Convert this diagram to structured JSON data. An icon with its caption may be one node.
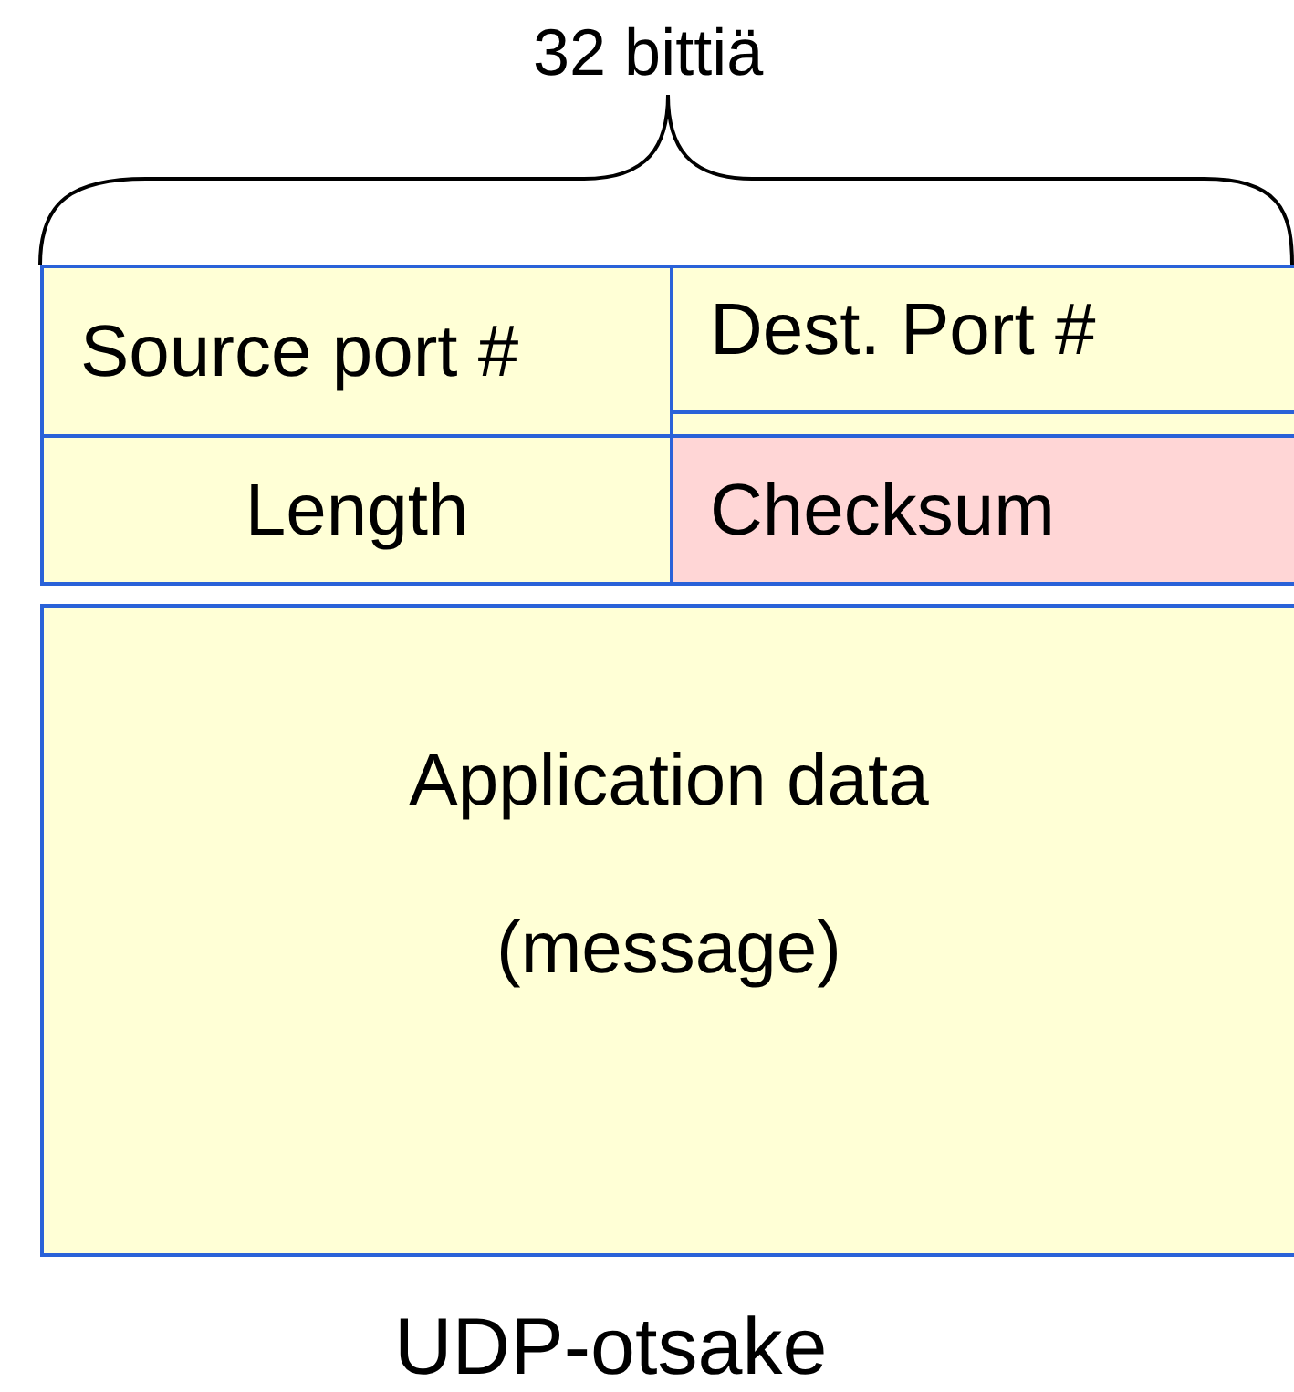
{
  "diagram": {
    "caption": "UDP-otsake",
    "nodes": [
      {
        "text": [
          "Source port #"
        ]
      },
      {
        "text": [
          "Dest. Port #"
        ]
      },
      {
        "text": [
          "Length"
        ]
      },
      {
        "text": [
          "Checksum"
        ]
      },
      {
        "text": [
          "Application data (message)"
        ]
      }
    ],
    "labels": [
      "32 bittiä"
    ]
  }
}
